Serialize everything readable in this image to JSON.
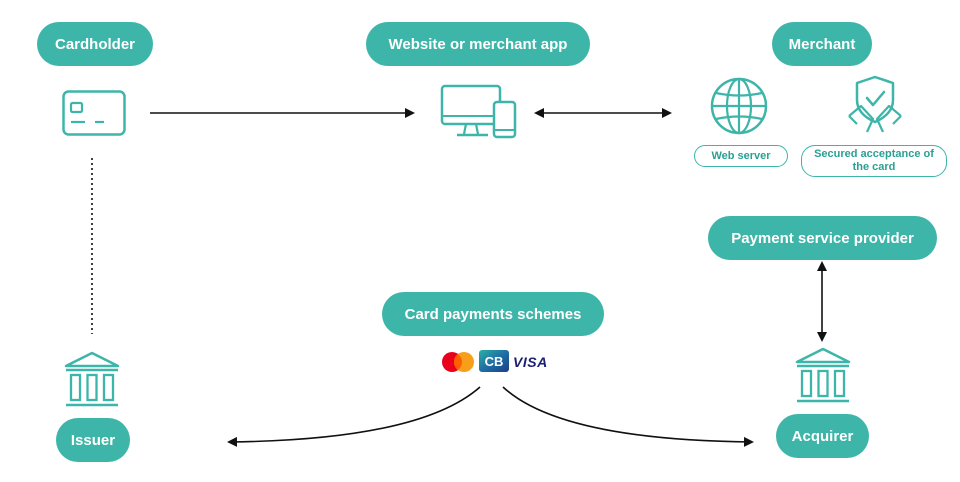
{
  "nodes": {
    "cardholder": "Cardholder",
    "website": "Website or merchant app",
    "merchant": "Merchant",
    "web_server": "Web server",
    "secured_acceptance": "Secured acceptance of the card",
    "payment_service_provider": "Payment service provider",
    "card_payment_schemes": "Card payments schemes",
    "issuer": "Issuer",
    "acquirer": "Acquirer"
  },
  "schemes": {
    "cb_label": "CB",
    "visa_label": "VISA"
  },
  "icons": {
    "cardholder": "credit-card-icon",
    "website": "devices-icon",
    "web_server": "globe-icon",
    "secured_acceptance": "shield-check-icon",
    "issuer": "bank-icon",
    "acquirer": "bank-icon"
  },
  "colors": {
    "accent": "#3db5a8",
    "line": "#111111"
  }
}
